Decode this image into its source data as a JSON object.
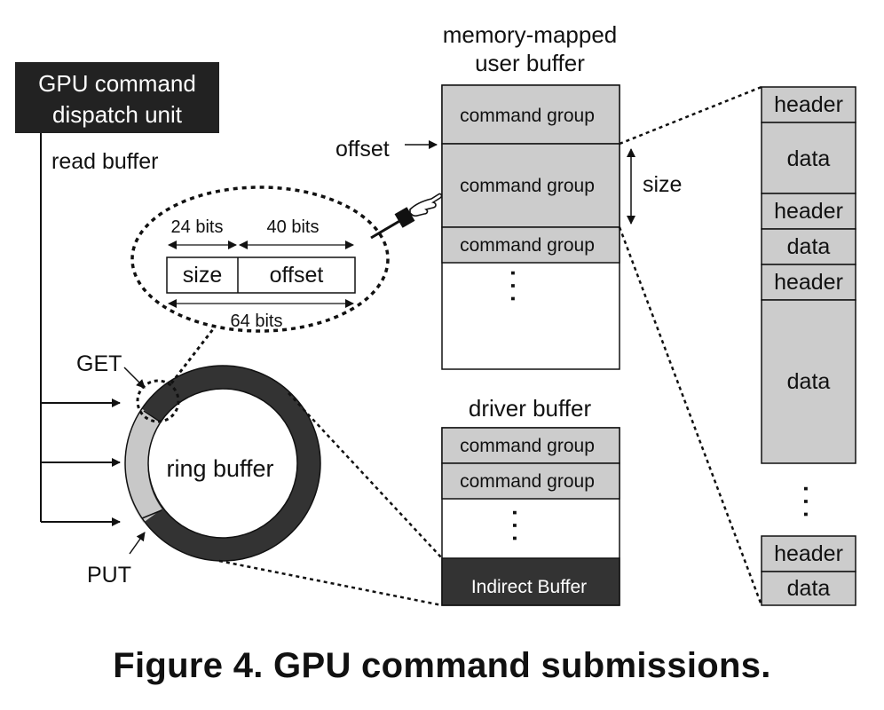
{
  "dispatch_unit": {
    "line1": "GPU command",
    "line2": "dispatch unit"
  },
  "read_buffer_label": "read buffer",
  "ring": {
    "label": "ring buffer",
    "get_label": "GET",
    "put_label": "PUT"
  },
  "entry": {
    "size_field": "size",
    "offset_field": "offset",
    "size_bits": "24 bits",
    "offset_bits": "40 bits",
    "total_bits": "64 bits"
  },
  "user_buffer": {
    "title_line1": "memory-mapped",
    "title_line2": "user buffer",
    "rows": [
      "command group",
      "command group",
      "command group"
    ],
    "offset_label": "offset",
    "size_label": "size",
    "ellipsis": ". . ."
  },
  "driver_buffer": {
    "title": "driver buffer",
    "rows": [
      "command group",
      "command group"
    ],
    "indirect": "Indirect Buffer",
    "ellipsis": ". . ."
  },
  "packets": {
    "top": [
      "header",
      "data",
      "header",
      "data",
      "header",
      "data"
    ],
    "bottom": [
      "header",
      "data"
    ],
    "ellipsis": ". . ."
  },
  "caption": "Figure 4. GPU command submissions.",
  "colors": {
    "dark": "#333333",
    "gray": "#cccccc",
    "light_gray": "#c8c8c8",
    "line": "#222222"
  }
}
